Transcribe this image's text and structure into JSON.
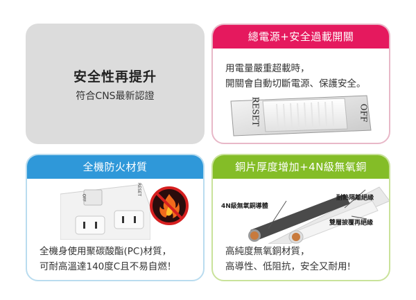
{
  "safety": {
    "title": "安全性再提升",
    "subtitle": "符合CNS最新認證"
  },
  "switch_card": {
    "header": "總電源+安全過載開關",
    "line1": "用電量嚴重超載時，",
    "line2": "開關會自動切斷電源、保護安全。",
    "reset_label": "RESET",
    "off_label": "OFF"
  },
  "fire_card": {
    "header": "全機防火材質",
    "line1": "全機身使用聚碳酸酯(PC)材質，",
    "line2": "可耐高溫達140度C且不易自燃！",
    "strip_off": "OFF",
    "strip_reset": "RESET"
  },
  "copper_card": {
    "header": "銅片厚度增加+4N級無氧銅",
    "label_conductor": "4N級無氧銅導體",
    "label_insulation": "耐熱隔離絕緣",
    "label_sheath": "雙層披覆再絕緣",
    "line1": "高純度無氧銅材質，",
    "line2": "高導性、低阻抗，安全又耐用!"
  },
  "colors": {
    "switch_accent": "#e5195e",
    "fire_accent": "#2f98d9",
    "copper_accent": "#84bd27"
  }
}
